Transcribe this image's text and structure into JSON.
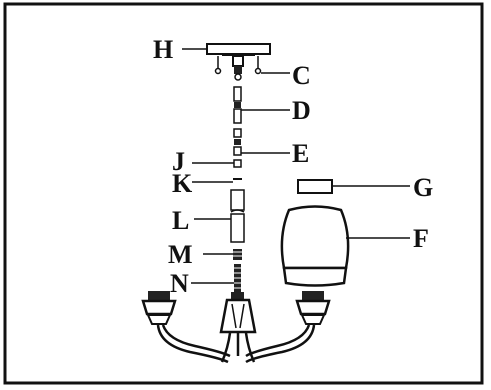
{
  "labels": {
    "H": "H",
    "C": "C",
    "D": "D",
    "E": "E",
    "J": "J",
    "K": "K",
    "G": "G",
    "L": "L",
    "F": "F",
    "M": "M",
    "N": "N"
  },
  "colors": {
    "line": "#111111",
    "fill_light": "#ffffff",
    "fill_dark": "#222222"
  }
}
